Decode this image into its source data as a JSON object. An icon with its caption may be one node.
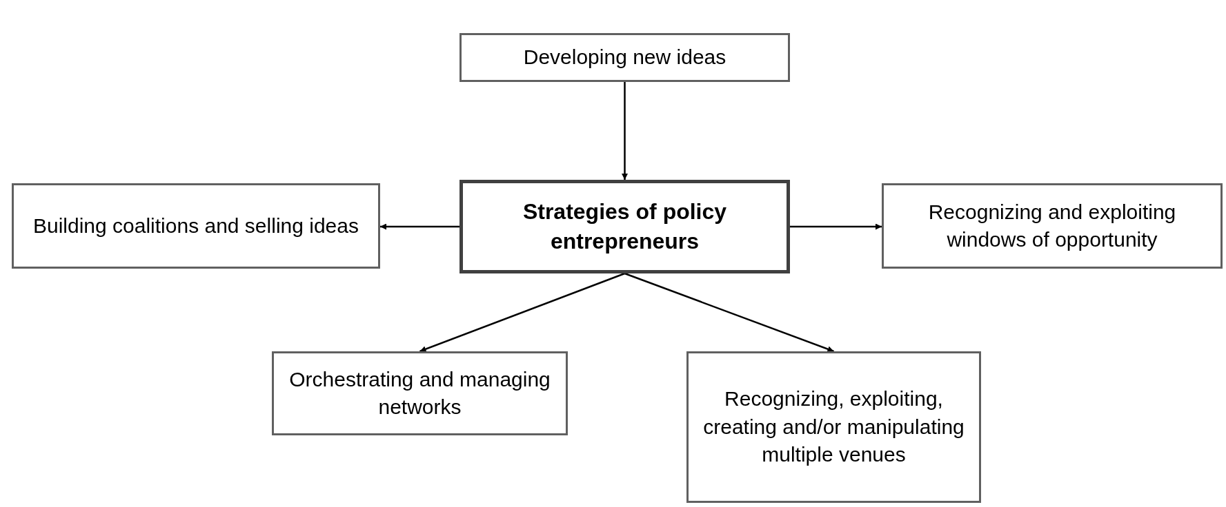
{
  "diagram": {
    "nodes": [
      {
        "text": [
          "Developing new ideas"
        ]
      },
      {
        "text": [
          "Building coalitions and selling ideas"
        ]
      },
      {
        "text": [
          "Strategies of policy entrepreneurs"
        ]
      },
      {
        "text": [
          "Recognizing and exploiting windows of opportunity"
        ]
      },
      {
        "text": [
          "Orchestrating and managing networks"
        ]
      },
      {
        "text": [
          "Recognizing, exploiting, creating and/or manipulating multiple venues"
        ]
      }
    ],
    "edges": [
      {
        "from": 0,
        "to": 2,
        "arrow": "to"
      },
      {
        "from": 2,
        "to": 1,
        "arrow": "to"
      },
      {
        "from": 2,
        "to": 3,
        "arrow": "to"
      },
      {
        "from": 2,
        "to": 4,
        "arrow": "to"
      },
      {
        "from": 2,
        "to": 5,
        "arrow": "to"
      }
    ]
  }
}
